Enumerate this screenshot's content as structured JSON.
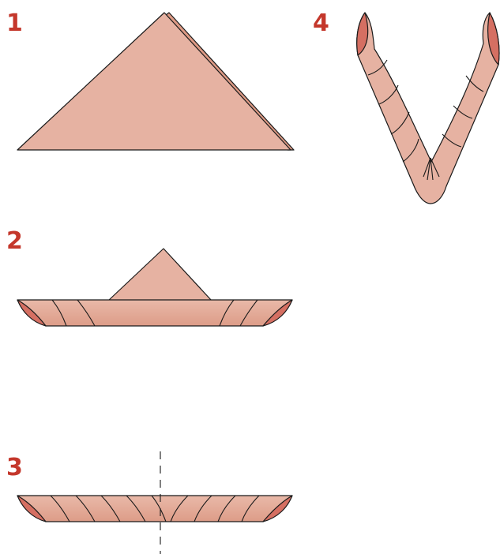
{
  "steps": [
    {
      "id": "step-1",
      "number": "1",
      "icon": "napkin-folded-triangle"
    },
    {
      "id": "step-2",
      "number": "2",
      "icon": "napkin-rolled-from-base"
    },
    {
      "id": "step-3",
      "number": "3",
      "icon": "napkin-rolled-band"
    },
    {
      "id": "step-4",
      "number": "4",
      "icon": "napkin-bent-v-shape"
    }
  ],
  "colors": {
    "step_number": "#c4372b",
    "paper_fill": "#e6b2a2",
    "paper_fill_shade": "#dd9a85",
    "paper_end_fill": "#d56f62",
    "outline": "#1a1a1a"
  }
}
